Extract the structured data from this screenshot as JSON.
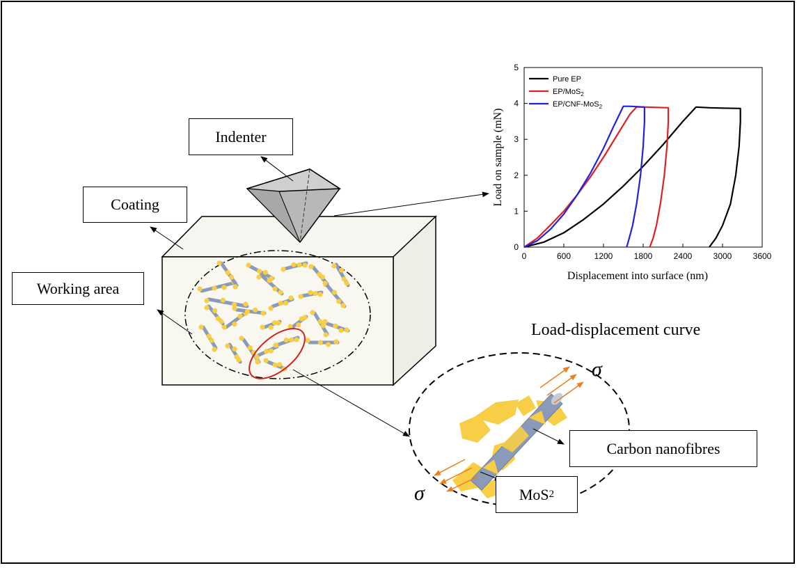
{
  "labels": {
    "indenter": "Indenter",
    "coating": "Coating",
    "working_area": "Working area",
    "curve_caption": "Load-displacement curve",
    "carbon_nanofibres": "Carbon  nanofibres",
    "mos2_base": "MoS",
    "mos2_sub": "2",
    "sigma": "σ"
  },
  "chart_data": {
    "type": "line",
    "xlabel": "Displacement into surface (nm)",
    "ylabel": "Load on sample (mN)",
    "xlim": [
      0,
      3600
    ],
    "ylim": [
      0,
      5
    ],
    "xticks": [
      0,
      600,
      1200,
      1800,
      2400,
      3000,
      3600
    ],
    "yticks": [
      0,
      1,
      2,
      3,
      4,
      5
    ],
    "legend_position": "top-left",
    "series": [
      {
        "name": "Pure EP",
        "color": "#000000",
        "x": [
          0,
          300,
          600,
          900,
          1200,
          1500,
          1800,
          2100,
          2400,
          2600,
          2800,
          3000,
          3270,
          3270,
          3250,
          3200,
          3120,
          3000,
          2900,
          2800
        ],
        "y": [
          0,
          0.14,
          0.4,
          0.77,
          1.2,
          1.7,
          2.25,
          2.85,
          3.5,
          3.9,
          3.88,
          3.87,
          3.86,
          3.5,
          2.8,
          2.0,
          1.2,
          0.6,
          0.25,
          0
        ]
      },
      {
        "name": "EP/MoS2",
        "color": "#e02020",
        "x": [
          0,
          200,
          400,
          600,
          800,
          1000,
          1200,
          1400,
          1600,
          1700,
          1850,
          2000,
          2180,
          2180,
          2160,
          2120,
          2060,
          2000,
          1950,
          1900
        ],
        "y": [
          0,
          0.25,
          0.62,
          1.0,
          1.45,
          1.95,
          2.5,
          3.1,
          3.7,
          3.9,
          3.9,
          3.89,
          3.88,
          3.5,
          2.8,
          2.0,
          1.2,
          0.6,
          0.25,
          0
        ]
      },
      {
        "name": "EP/CNF-MoS2",
        "color": "#2020e0",
        "x": [
          0,
          200,
          400,
          600,
          800,
          1000,
          1200,
          1350,
          1500,
          1600,
          1700,
          1820,
          1820,
          1800,
          1760,
          1700,
          1640,
          1590,
          1550
        ],
        "y": [
          0,
          0.18,
          0.5,
          0.92,
          1.45,
          2.05,
          2.75,
          3.35,
          3.92,
          3.92,
          3.91,
          3.9,
          3.5,
          2.8,
          2.0,
          1.2,
          0.6,
          0.25,
          0
        ]
      }
    ],
    "legend_entries": [
      {
        "base": "Pure EP",
        "sub": "",
        "color": "#000000"
      },
      {
        "base": "EP/MoS",
        "sub": "2",
        "color": "#e02020"
      },
      {
        "base": "EP/CNF-MoS",
        "sub": "2",
        "color": "#2020e0"
      }
    ]
  }
}
